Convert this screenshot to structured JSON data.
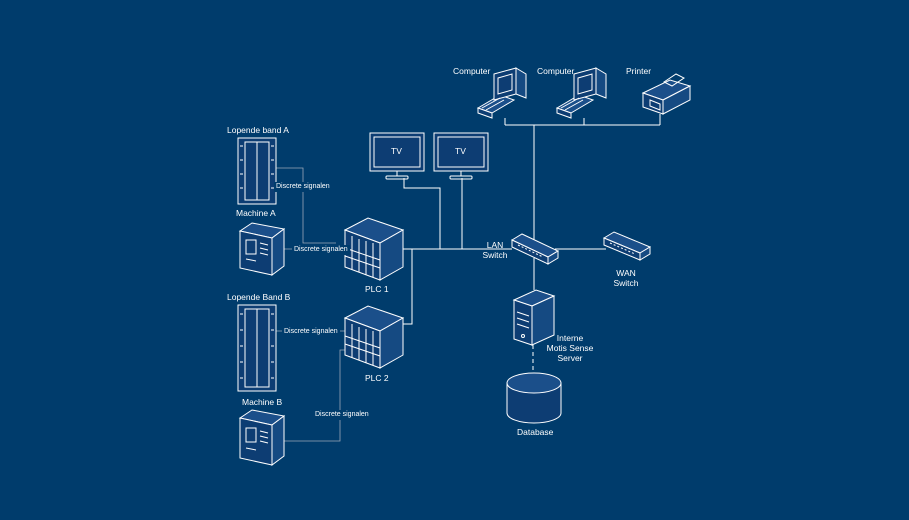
{
  "labels": {
    "belt_a": "Lopende band A",
    "machine_a": "Machine A",
    "belt_b": "Lopende Band B",
    "machine_b": "Machine B",
    "sig_a_belt": "Discrete signalen",
    "sig_a_machine": "Discrete signalen",
    "sig_b_belt": "Discrete signalen",
    "sig_b_machine": "Discrete signalen",
    "plc1": "PLC 1",
    "plc2": "PLC 2",
    "tv1": "TV",
    "tv2": "TV",
    "lan_switch_1": "LAN",
    "lan_switch_2": "Switch",
    "wan_switch_1": "WAN",
    "wan_switch_2": "Switch",
    "computer1": "Computer",
    "computer2": "Computer",
    "printer": "Printer",
    "server_1": "Interne",
    "server_2": "Motis Sense",
    "server_3": "Server",
    "database": "Database"
  },
  "colors": {
    "background": "#003c6c",
    "line": "#ffffff",
    "device_fill": "#0d3d73"
  }
}
